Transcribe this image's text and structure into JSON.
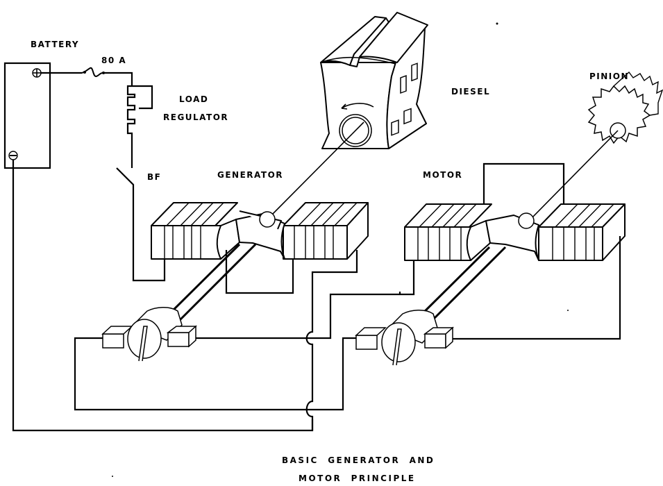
{
  "diagram": {
    "title_line1": "BASIC  GENERATOR  AND",
    "title_line2": "MOTOR  PRINCIPLE",
    "labels": {
      "battery": "BATTERY",
      "fuse": "80 A",
      "load_regulator_1": "LOAD",
      "load_regulator_2": "REGULATOR",
      "switch": "BF",
      "generator": "GENERATOR",
      "diesel": "DIESEL",
      "motor": "MOTOR",
      "pinion": "PINION"
    },
    "battery_terminals": {
      "positive": "+",
      "negative": "−"
    },
    "stroke_color": "#000000",
    "background_color": "#ffffff"
  }
}
